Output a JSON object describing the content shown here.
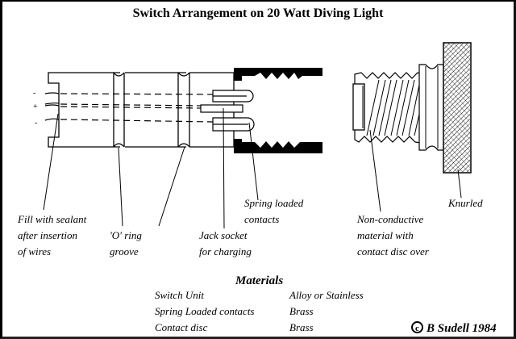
{
  "title": "Switch Arrangement on 20 Watt Diving Light",
  "labels": {
    "sealant": [
      "Fill with sealant",
      "after insertion",
      "of wires"
    ],
    "o_ring": [
      "'O' ring",
      "groove"
    ],
    "jack": [
      "Jack socket",
      "for charging"
    ],
    "spring": [
      "Spring loaded",
      "contacts"
    ],
    "non_conductive": [
      "Non-conductive",
      "material with",
      "contact disc over"
    ],
    "knurled": [
      "Knurled"
    ]
  },
  "wire_symbols": [
    "-",
    "+",
    "-"
  ],
  "materials": {
    "heading": "Materials",
    "rows": [
      {
        "item": "Switch Unit",
        "material": "Alloy or Stainless"
      },
      {
        "item": "Spring Loaded contacts",
        "material": "Brass"
      },
      {
        "item": "Contact disc",
        "material": "Brass"
      }
    ]
  },
  "copyright": {
    "symbol": "c",
    "text": "B Sudell 1984"
  }
}
